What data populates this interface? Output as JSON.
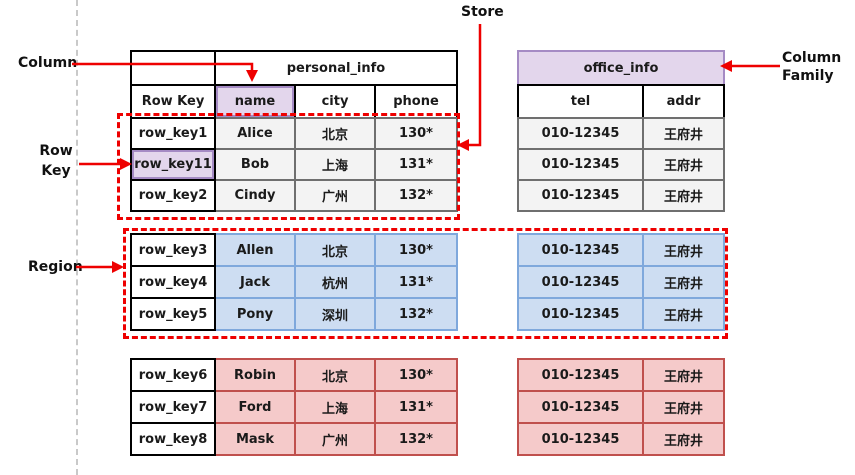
{
  "labels": {
    "column": "Column",
    "row_key_line1": "Row",
    "row_key_line2": "Key",
    "region": "Region",
    "store": "Store",
    "column_family_line1": "Column",
    "column_family_line2": "Family"
  },
  "left_table": {
    "family_header": "personal_info",
    "row_key_header": "Row Key",
    "columns": [
      "name",
      "city",
      "phone"
    ],
    "groups": [
      {
        "style": "gray",
        "rows": [
          {
            "key": "row_key1",
            "cells": [
              "Alice",
              "北京",
              "130*"
            ]
          },
          {
            "key": "row_key11",
            "cells": [
              "Bob",
              "上海",
              "131*"
            ],
            "key_highlight": true
          },
          {
            "key": "row_key2",
            "cells": [
              "Cindy",
              "广州",
              "132*"
            ]
          }
        ]
      },
      {
        "style": "blue",
        "rows": [
          {
            "key": "row_key3",
            "cells": [
              "Allen",
              "北京",
              "130*"
            ]
          },
          {
            "key": "row_key4",
            "cells": [
              "Jack",
              "杭州",
              "131*"
            ]
          },
          {
            "key": "row_key5",
            "cells": [
              "Pony",
              "深圳",
              "132*"
            ]
          }
        ]
      },
      {
        "style": "red",
        "rows": [
          {
            "key": "row_key6",
            "cells": [
              "Robin",
              "北京",
              "130*"
            ]
          },
          {
            "key": "row_key7",
            "cells": [
              "Ford",
              "上海",
              "131*"
            ]
          },
          {
            "key": "row_key8",
            "cells": [
              "Mask",
              "广州",
              "132*"
            ]
          }
        ]
      }
    ]
  },
  "right_table": {
    "family_header": "office_info",
    "columns": [
      "tel",
      "addr"
    ],
    "groups": [
      {
        "style": "gray",
        "rows": [
          [
            "010-12345",
            "王府井"
          ],
          [
            "010-12345",
            "王府井"
          ],
          [
            "010-12345",
            "王府井"
          ]
        ]
      },
      {
        "style": "blue",
        "rows": [
          [
            "010-12345",
            "王府井"
          ],
          [
            "010-12345",
            "王府井"
          ],
          [
            "010-12345",
            "王府井"
          ]
        ]
      },
      {
        "style": "red",
        "rows": [
          [
            "010-12345",
            "王府井"
          ],
          [
            "010-12345",
            "王府井"
          ],
          [
            "010-12345",
            "王府井"
          ]
        ]
      }
    ]
  },
  "colors": {
    "purple_fill": "#e3d6ec",
    "purple_border": "#a58bc4",
    "gray_fill": "#f3f3f3",
    "gray_border": "#6f6f6f",
    "blue_fill": "#cdddf2",
    "blue_border": "#7fa8dc",
    "red_fill": "#f5caca",
    "red_border": "#c0504d",
    "annotation_red": "#ee0000",
    "guide_line_gray": "#c9c9c9"
  }
}
